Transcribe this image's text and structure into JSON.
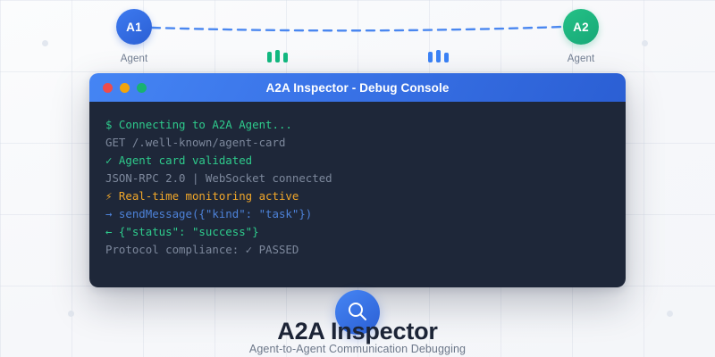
{
  "graph": {
    "nodes": [
      {
        "id": "A1",
        "label": "Agent",
        "color": "#2b5fd4"
      },
      {
        "id": "A2",
        "label": "Agent",
        "color": "#17a877"
      }
    ],
    "connector": {
      "style": "dashed",
      "color": "#4a87f0"
    },
    "signal_groups": [
      {
        "name": "green-signal-bars",
        "color": "#13b981",
        "bars": 3
      },
      {
        "name": "blue-signal-bars",
        "color": "#3b82f6",
        "bars": 3
      }
    ]
  },
  "window": {
    "title": "A2A Inspector - Debug Console",
    "traffic_lights": [
      {
        "name": "close",
        "color": "#ef4c4c"
      },
      {
        "name": "minimize",
        "color": "#f2a40c"
      },
      {
        "name": "maximize",
        "color": "#18b271"
      }
    ],
    "console": {
      "background": "#1e2739",
      "lines": [
        {
          "text": "$ Connecting to A2A Agent...",
          "tone": "green"
        },
        {
          "text": "GET /.well-known/agent-card",
          "tone": "dim"
        },
        {
          "text": "✓ Agent card validated",
          "tone": "green"
        },
        {
          "text": "JSON-RPC 2.0 | WebSocket connected",
          "tone": "dim"
        },
        {
          "text": "⚡ Real-time monitoring active",
          "tone": "amber"
        },
        {
          "text": "→ sendMessage({\"kind\": \"task\"})",
          "tone": "blue"
        },
        {
          "text": "← {\"status\": \"success\"}",
          "tone": "green"
        },
        {
          "text": "Protocol compliance: ✓ PASSED",
          "tone": "dim"
        }
      ]
    }
  },
  "footer": {
    "logo_icon": "search-icon",
    "title": "A2A Inspector",
    "subtitle": "Agent-to-Agent Communication Debugging"
  },
  "colors": {
    "accent_blue": "#2b5fd4",
    "accent_green": "#17a877",
    "terminal_bg": "#1e2739",
    "page_bg": "#f7f8fa"
  }
}
